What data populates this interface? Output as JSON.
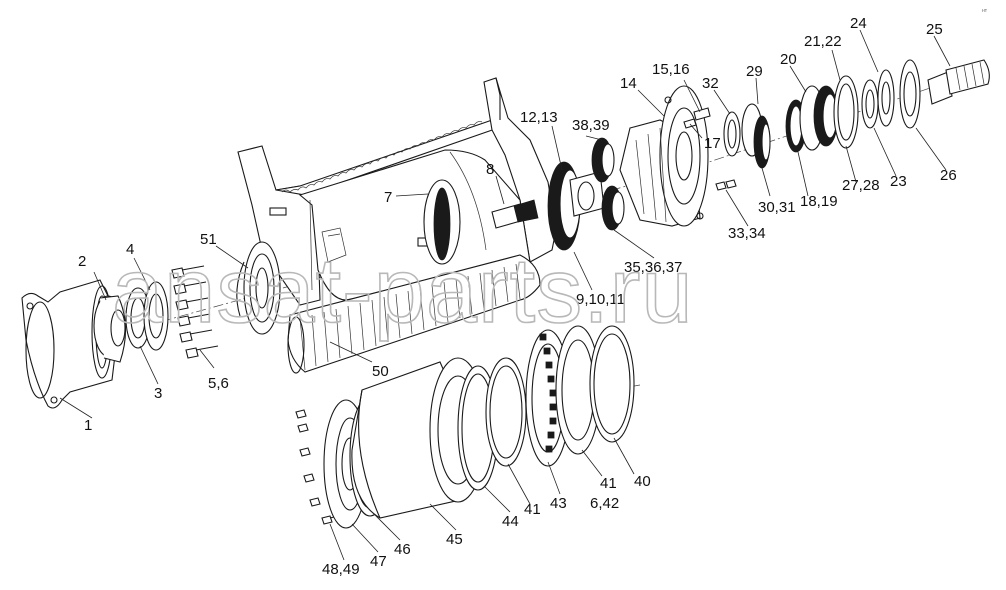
{
  "corner_mark": "нт",
  "watermark": "ansat-parts.ru",
  "callouts": [
    {
      "id": "c1",
      "text": "1"
    },
    {
      "id": "c2",
      "text": "2"
    },
    {
      "id": "c3",
      "text": "3"
    },
    {
      "id": "c4",
      "text": "4"
    },
    {
      "id": "c5_6",
      "text": "5,6"
    },
    {
      "id": "c7",
      "text": "7"
    },
    {
      "id": "c8",
      "text": "8"
    },
    {
      "id": "c9_10_11",
      "text": "9,10,11"
    },
    {
      "id": "c12_13",
      "text": "12,13"
    },
    {
      "id": "c14",
      "text": "14"
    },
    {
      "id": "c15_16",
      "text": "15,16"
    },
    {
      "id": "c17",
      "text": "17"
    },
    {
      "id": "c18_19",
      "text": "18,19"
    },
    {
      "id": "c20",
      "text": "20"
    },
    {
      "id": "c21_22",
      "text": "21,22"
    },
    {
      "id": "c23",
      "text": "23"
    },
    {
      "id": "c24",
      "text": "24"
    },
    {
      "id": "c25",
      "text": "25"
    },
    {
      "id": "c26",
      "text": "26"
    },
    {
      "id": "c27_28",
      "text": "27,28"
    },
    {
      "id": "c29",
      "text": "29"
    },
    {
      "id": "c30_31",
      "text": "30,31"
    },
    {
      "id": "c32",
      "text": "32"
    },
    {
      "id": "c33_34",
      "text": "33,34"
    },
    {
      "id": "c35_36_37",
      "text": "35,36,37"
    },
    {
      "id": "c38_39",
      "text": "38,39"
    },
    {
      "id": "c40",
      "text": "40"
    },
    {
      "id": "c41a",
      "text": "41"
    },
    {
      "id": "c41b",
      "text": "41"
    },
    {
      "id": "c43",
      "text": "43"
    },
    {
      "id": "c44",
      "text": "44"
    },
    {
      "id": "c45",
      "text": "45"
    },
    {
      "id": "c46",
      "text": "46"
    },
    {
      "id": "c47",
      "text": "47"
    },
    {
      "id": "c48_49",
      "text": "48,49"
    },
    {
      "id": "c50",
      "text": "50"
    },
    {
      "id": "c51",
      "text": "51"
    },
    {
      "id": "c6_42",
      "text": "6,42"
    }
  ]
}
